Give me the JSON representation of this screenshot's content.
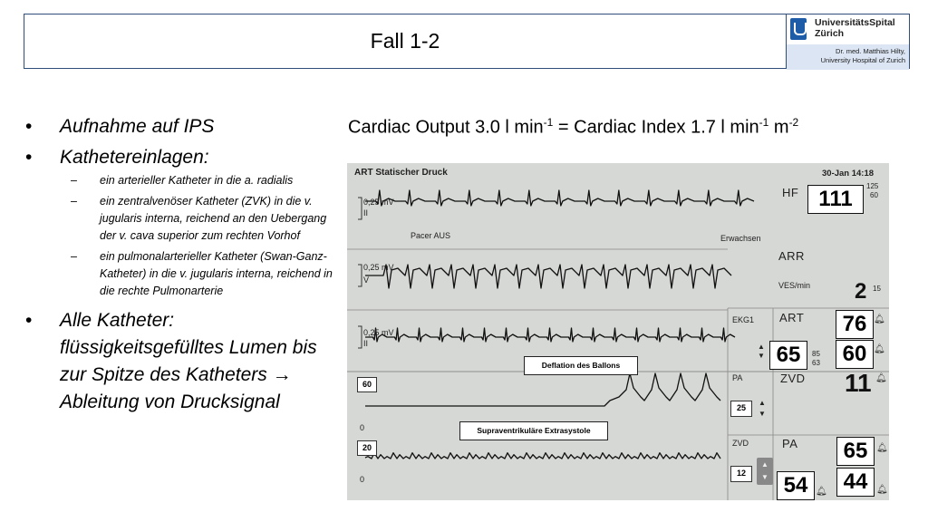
{
  "header": {
    "title": "Fall 1-2",
    "logo_name_line1": "UniversitätsSpital",
    "logo_name_line2": "Zürich",
    "author_line1": "Dr. med. Matthias Hilty,",
    "author_line2": "University Hospital of Zurich"
  },
  "bullets": {
    "b1": "Aufnahme auf IPS",
    "b2": "Kathetereinlagen:",
    "sub1": "ein arterieller Katheter in die a. radialis",
    "sub2": "ein zentralvenöser Katheter (ZVK) in die v. jugularis interna, reichend an den Uebergang der v. cava superior zum rechten Vorhof",
    "sub3": "ein pulmonalarterieller Katheter (Swan-Ganz-Katheter) in die v. jugularis interna, reichend in die rechte Pulmonarterie",
    "b3": "Alle Katheter: flüssigkeitsgefülltes Lumen bis zur Spitze des Katheters → Ableitung von Drucksignal",
    "bullet_symbol": "•",
    "dash_symbol": "–"
  },
  "cardiac": {
    "co_text": "Cardiac Output 3.0 l min",
    "co_exp": "-1",
    "ci_text": " = Cardiac Index 1.7 l min",
    "ci_exp1": "-1",
    "m_text": " m",
    "ci_exp2": "-2"
  },
  "monitor": {
    "header_left": "ART Statischer Druck",
    "date_time": "30-Jan  14:18",
    "hf_label": "HF",
    "hf_value": "111",
    "hf_limit_hi": "125",
    "hf_limit_lo": "60",
    "ecg1_scale": "0,25 mV",
    "ecg1_lead": "II",
    "pacer": "Pacer AUS",
    "patient_type": "Erwachsen",
    "arr_label": "ARR",
    "ves_label": "VES/min",
    "ves_value": "2",
    "ves_limit": "15",
    "ecg2_scale": "0,25 mV",
    "ecg2_lead": "V",
    "ecg3_scale": "0,25 mV",
    "ecg3_lead": "II",
    "ekg1_label": "EKG1",
    "art_label": "ART",
    "art_sys": "76",
    "art_dia": "60",
    "art_mean": "65",
    "art_limit_hi": "85",
    "art_limit_lo": "63",
    "pa_scale_top": "60",
    "pa_scale_bottom": "0",
    "pa_small_label": "PA",
    "pa_small_value": "25",
    "zvd_label": "ZVD",
    "zvd_value": "11",
    "zvd_scale_top": "20",
    "zvd_scale_bottom": "0",
    "zvd_small_label": "ZVD",
    "zvd_small_value": "12",
    "pa_label": "PA",
    "pa_sys": "65",
    "pa_dia": "44",
    "pa_mean": "54",
    "callout_deflation": "Deflation des Ballons",
    "callout_svt": "Supraventrikuläre Extrasystole"
  }
}
